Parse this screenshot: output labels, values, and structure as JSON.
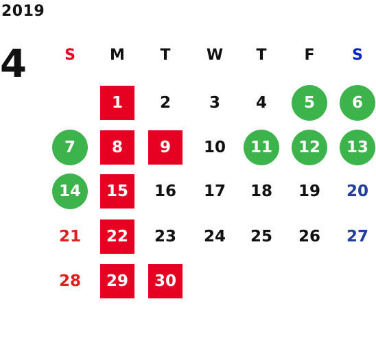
{
  "calendar": {
    "year": "2019",
    "month": "4",
    "weekdays": [
      {
        "label": "S",
        "color": "#e8001c"
      },
      {
        "label": "M",
        "color": "#111111"
      },
      {
        "label": "T",
        "color": "#111111"
      },
      {
        "label": "W",
        "color": "#111111"
      },
      {
        "label": "T",
        "color": "#111111"
      },
      {
        "label": "F",
        "color": "#111111"
      },
      {
        "label": "S",
        "color": "#0024c8"
      }
    ],
    "start_weekday": 1,
    "colors": {
      "closed_bg": "#e60021",
      "event_bg": "#3cb44b",
      "sunday_text": "#e02020",
      "saturday_text": "#1f3f9a",
      "default_text": "#111111"
    },
    "days": [
      {
        "n": "1",
        "mark": "closed"
      },
      {
        "n": "2",
        "mark": ""
      },
      {
        "n": "3",
        "mark": ""
      },
      {
        "n": "4",
        "mark": ""
      },
      {
        "n": "5",
        "mark": "event"
      },
      {
        "n": "6",
        "mark": "event"
      },
      {
        "n": "7",
        "mark": "event"
      },
      {
        "n": "8",
        "mark": "closed"
      },
      {
        "n": "9",
        "mark": "closed"
      },
      {
        "n": "10",
        "mark": ""
      },
      {
        "n": "11",
        "mark": "event"
      },
      {
        "n": "12",
        "mark": "event"
      },
      {
        "n": "13",
        "mark": "event"
      },
      {
        "n": "14",
        "mark": "event"
      },
      {
        "n": "15",
        "mark": "closed"
      },
      {
        "n": "16",
        "mark": ""
      },
      {
        "n": "17",
        "mark": ""
      },
      {
        "n": "18",
        "mark": ""
      },
      {
        "n": "19",
        "mark": ""
      },
      {
        "n": "20",
        "mark": ""
      },
      {
        "n": "21",
        "mark": ""
      },
      {
        "n": "22",
        "mark": "closed"
      },
      {
        "n": "23",
        "mark": ""
      },
      {
        "n": "24",
        "mark": ""
      },
      {
        "n": "25",
        "mark": ""
      },
      {
        "n": "26",
        "mark": ""
      },
      {
        "n": "27",
        "mark": ""
      },
      {
        "n": "28",
        "mark": ""
      },
      {
        "n": "29",
        "mark": "closed"
      },
      {
        "n": "30",
        "mark": "closed"
      }
    ]
  }
}
